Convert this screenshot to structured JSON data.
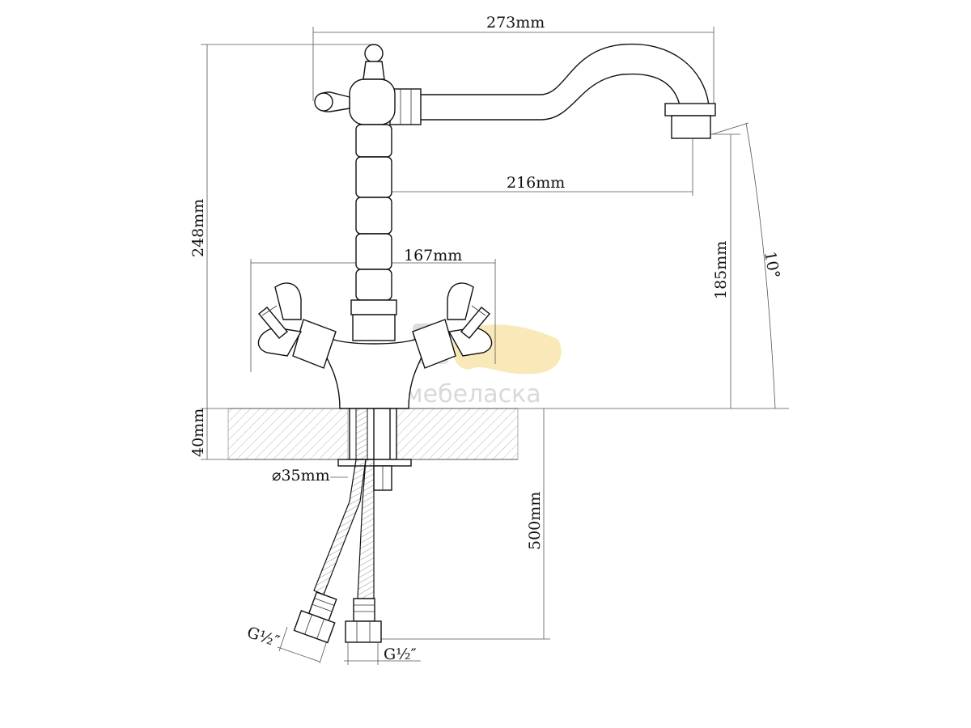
{
  "dimensions": {
    "total_length": "273mm",
    "spout_reach": "216mm",
    "handle_span": "167mm",
    "total_height": "248mm",
    "spout_height": "185mm",
    "spout_angle": "10°",
    "countertop_thickness": "40mm",
    "mounting_hole": "⌀35mm",
    "hose_length": "500mm",
    "connector_left": "G½″",
    "connector_right": "G½″"
  },
  "watermark": {
    "text": "мебеласка",
    "colors": {
      "gray": "#d6d6d6",
      "yellow": "#f5d88a"
    }
  }
}
